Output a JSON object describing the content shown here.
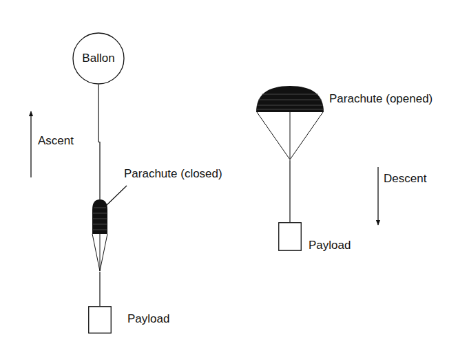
{
  "diagram": {
    "nodes": [
      {
        "text": [
          "Ballon"
        ]
      },
      {
        "text": [
          "Parachute (closed)"
        ]
      },
      {
        "text": [
          "Payload"
        ]
      },
      {
        "text": [
          "Parachute (opened)"
        ]
      },
      {
        "text": [
          "Payload"
        ]
      }
    ],
    "edges": [
      {
        "from": 0,
        "to": 1,
        "arrow": "none"
      },
      {
        "from": 1,
        "to": 2,
        "arrow": "none"
      },
      {
        "from": 3,
        "to": 4,
        "arrow": "none"
      }
    ],
    "labels": [
      "Ascent",
      "Descent"
    ]
  }
}
